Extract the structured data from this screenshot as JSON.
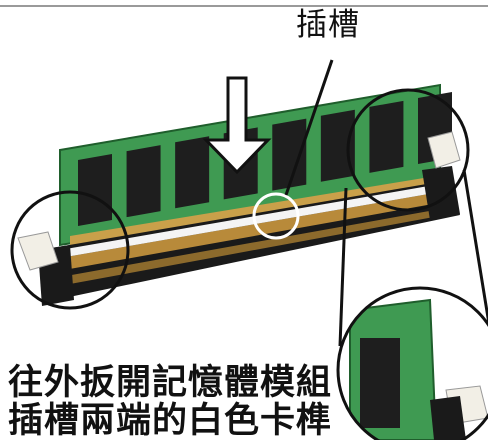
{
  "callout": {
    "label": "插槽"
  },
  "instruction": {
    "line1": "往外扳開記憶體模組",
    "line2": "插槽兩端的白色卡榫"
  },
  "module": {
    "chip_count": 8
  },
  "colors": {
    "pcb": "#3f9a52",
    "pcb_dark": "#2f7a40",
    "chip": "#1e1e1e",
    "slot": "#1a1a1a",
    "pins": "#b88a3a",
    "latch": "#f2efe6",
    "arrow_fill": "#ffffff",
    "arrow_stroke": "#111111"
  }
}
